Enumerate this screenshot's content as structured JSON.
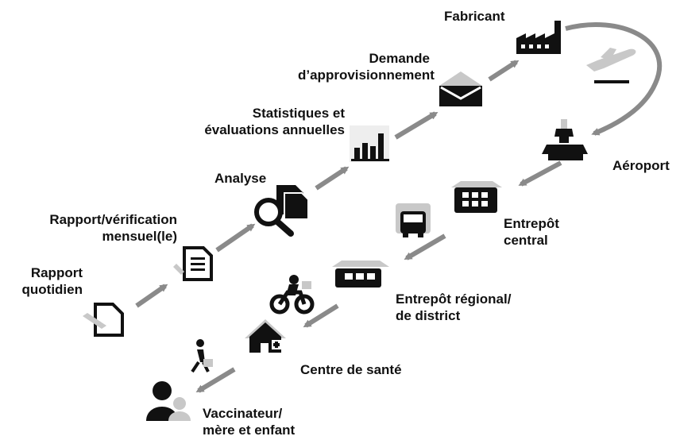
{
  "labels": {
    "fabricant": "Fabricant",
    "demande": [
      "Demande",
      "d’approvisionnement"
    ],
    "statistiques": [
      "Statistiques et",
      "évaluations annuelles"
    ],
    "analyse": "Analyse",
    "rapport_mensuel": [
      "Rapport/vérification",
      "mensuel(le)"
    ],
    "rapport_quotidien": [
      "Rapport",
      "quotidien"
    ],
    "aeroport": "Aéroport",
    "entrepot_central": [
      "Entrepôt",
      "central"
    ],
    "entrepot_regional": [
      "Entrepôt régional/",
      "de district"
    ],
    "centre_sante": "Centre de santé",
    "vaccinateur": [
      "Vaccinateur/",
      "mère et enfant"
    ]
  },
  "icons": [
    "daily-report-icon",
    "monthly-report-icon",
    "analysis-magnifier-icon",
    "bar-chart-icon",
    "envelope-icon",
    "factory-icon",
    "airplane-icon",
    "airport-terminal-icon",
    "central-warehouse-icon",
    "truck-icon",
    "regional-warehouse-icon",
    "motorcycle-icon",
    "health-centre-icon",
    "walking-person-icon",
    "mother-child-icon"
  ],
  "colors": {
    "icon": "#111111",
    "arrow": "#8a8a8a",
    "light_gray": "#c8c8c8"
  }
}
